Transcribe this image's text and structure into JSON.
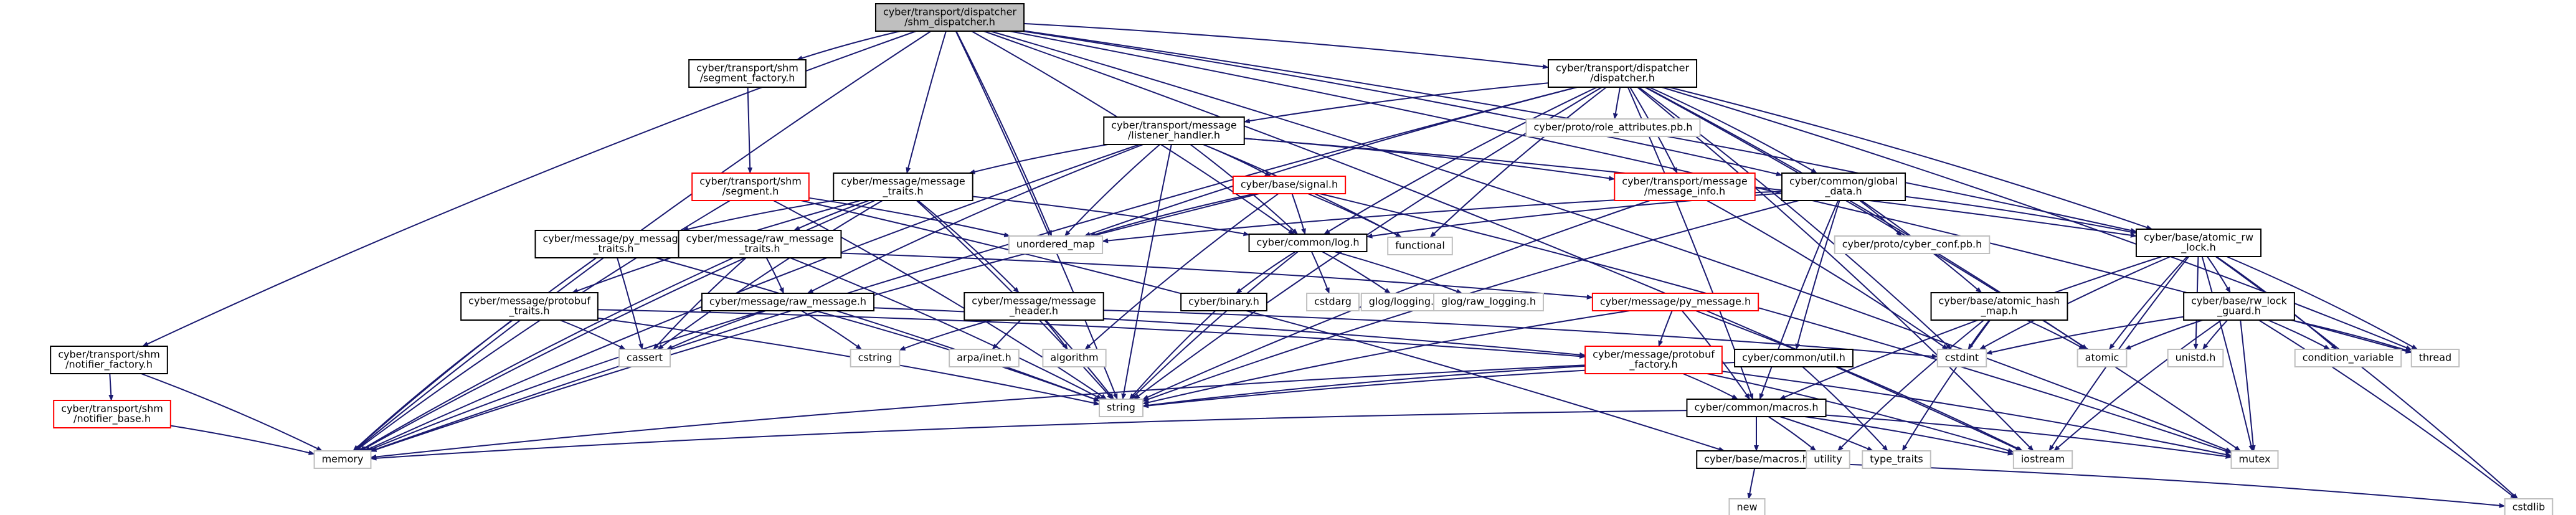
{
  "colors": {
    "edge": "#191970",
    "border_normal": "#000000",
    "border_red": "#ff0000",
    "border_gray": "#bfbfbf",
    "fill_root": "#bfbfbf",
    "fill_default": "#ffffff",
    "text_gray": "#a0a0a0"
  },
  "nodes": [
    {
      "id": "root",
      "lines": [
        "cyber/transport/dispatcher",
        "/shm_dispatcher.h"
      ],
      "style": "root"
    },
    {
      "id": "segfactory",
      "lines": [
        "cyber/transport/shm",
        "/segment_factory.h"
      ],
      "style": "normal"
    },
    {
      "id": "dispatcher",
      "lines": [
        "cyber/transport/dispatcher",
        "/dispatcher.h"
      ],
      "style": "normal"
    },
    {
      "id": "roleattr",
      "lines": [
        "cyber/proto/role_attributes.pb.h"
      ],
      "style": "gray"
    },
    {
      "id": "listener",
      "lines": [
        "cyber/transport/message",
        "/listener_handler.h"
      ],
      "style": "normal"
    },
    {
      "id": "segment",
      "lines": [
        "cyber/transport/shm",
        "/segment.h"
      ],
      "style": "red"
    },
    {
      "id": "msgtraits",
      "lines": [
        "cyber/message/message",
        "_traits.h"
      ],
      "style": "normal"
    },
    {
      "id": "signal",
      "lines": [
        "cyber/base/signal.h"
      ],
      "style": "red"
    },
    {
      "id": "functional",
      "lines": [
        "functional"
      ],
      "style": "gray"
    },
    {
      "id": "msginfo",
      "lines": [
        "cyber/transport/message",
        "/message_info.h"
      ],
      "style": "red"
    },
    {
      "id": "globaldata",
      "lines": [
        "cyber/common/global",
        "_data.h"
      ],
      "style": "normal"
    },
    {
      "id": "unordmap",
      "lines": [
        "unordered_map"
      ],
      "style": "gray"
    },
    {
      "id": "pytraits",
      "lines": [
        "cyber/message/py_message",
        "_traits.h"
      ],
      "style": "normal"
    },
    {
      "id": "rawtraits",
      "lines": [
        "cyber/message/raw_message",
        "_traits.h"
      ],
      "style": "normal"
    },
    {
      "id": "log",
      "lines": [
        "cyber/common/log.h"
      ],
      "style": "normal"
    },
    {
      "id": "cyberconf",
      "lines": [
        "cyber/proto/cyber_conf.pb.h"
      ],
      "style": "gray"
    },
    {
      "id": "atomicrw",
      "lines": [
        "cyber/base/atomic_rw",
        "_lock.h"
      ],
      "style": "normal"
    },
    {
      "id": "pbtraits",
      "lines": [
        "cyber/message/protobuf",
        "_traits.h"
      ],
      "style": "normal"
    },
    {
      "id": "rawmsg",
      "lines": [
        "cyber/message/raw_message.h"
      ],
      "style": "normal"
    },
    {
      "id": "msgheader",
      "lines": [
        "cyber/message/message",
        "_header.h"
      ],
      "style": "normal"
    },
    {
      "id": "binary",
      "lines": [
        "cyber/binary.h"
      ],
      "style": "normal"
    },
    {
      "id": "cstdarg",
      "lines": [
        "cstdarg"
      ],
      "style": "gray"
    },
    {
      "id": "glog",
      "lines": [
        "glog/logging.h"
      ],
      "style": "gray"
    },
    {
      "id": "glograw",
      "lines": [
        "glog/raw_logging.h"
      ],
      "style": "gray"
    },
    {
      "id": "pymsg",
      "lines": [
        "cyber/message/py_message.h"
      ],
      "style": "red"
    },
    {
      "id": "atomichash",
      "lines": [
        "cyber/base/atomic_hash",
        "_map.h"
      ],
      "style": "normal"
    },
    {
      "id": "rwlockguard",
      "lines": [
        "cyber/base/rw_lock",
        "_guard.h"
      ],
      "style": "normal"
    },
    {
      "id": "notifierfactory",
      "lines": [
        "cyber/transport/shm",
        "/notifier_factory.h"
      ],
      "style": "normal"
    },
    {
      "id": "notifierbase",
      "lines": [
        "cyber/transport/shm",
        "/notifier_base.h"
      ],
      "style": "red"
    },
    {
      "id": "cassert",
      "lines": [
        "cassert"
      ],
      "style": "gray"
    },
    {
      "id": "cstring",
      "lines": [
        "cstring"
      ],
      "style": "gray"
    },
    {
      "id": "arpa",
      "lines": [
        "arpa/inet.h"
      ],
      "style": "gray"
    },
    {
      "id": "algorithm",
      "lines": [
        "algorithm"
      ],
      "style": "gray"
    },
    {
      "id": "cstdint",
      "lines": [
        "cstdint"
      ],
      "style": "gray"
    },
    {
      "id": "atomic",
      "lines": [
        "atomic"
      ],
      "style": "gray"
    },
    {
      "id": "unistd",
      "lines": [
        "unistd.h"
      ],
      "style": "gray"
    },
    {
      "id": "condvar",
      "lines": [
        "condition_variable"
      ],
      "style": "gray"
    },
    {
      "id": "thread",
      "lines": [
        "thread"
      ],
      "style": "gray"
    },
    {
      "id": "pbfactory",
      "lines": [
        "cyber/message/protobuf",
        "_factory.h"
      ],
      "style": "red"
    },
    {
      "id": "util",
      "lines": [
        "cyber/common/util.h"
      ],
      "style": "normal"
    },
    {
      "id": "string",
      "lines": [
        "string"
      ],
      "style": "gray"
    },
    {
      "id": "macros",
      "lines": [
        "cyber/common/macros.h"
      ],
      "style": "normal"
    },
    {
      "id": "memory",
      "lines": [
        "memory"
      ],
      "style": "gray"
    },
    {
      "id": "basemacros",
      "lines": [
        "cyber/base/macros.h"
      ],
      "style": "normal"
    },
    {
      "id": "utility",
      "lines": [
        "utility"
      ],
      "style": "gray"
    },
    {
      "id": "typetraits",
      "lines": [
        "type_traits"
      ],
      "style": "gray"
    },
    {
      "id": "iostream",
      "lines": [
        "iostream"
      ],
      "style": "gray"
    },
    {
      "id": "mutex",
      "lines": [
        "mutex"
      ],
      "style": "gray"
    },
    {
      "id": "new",
      "lines": [
        "new"
      ],
      "style": "gray"
    },
    {
      "id": "cstdlib",
      "lines": [
        "cstdlib"
      ],
      "style": "gray"
    }
  ],
  "edges": [
    [
      "root",
      "segfactory"
    ],
    [
      "root",
      "dispatcher"
    ],
    [
      "root",
      "msgtraits"
    ],
    [
      "root",
      "unordmap"
    ],
    [
      "root",
      "log"
    ],
    [
      "root",
      "globaldata"
    ],
    [
      "root",
      "atomicrw"
    ],
    [
      "root",
      "notifierfactory"
    ],
    [
      "root",
      "memory"
    ],
    [
      "root",
      "string"
    ],
    [
      "root",
      "thread"
    ],
    [
      "root",
      "mutex"
    ],
    [
      "root",
      "iostream"
    ],
    [
      "segfactory",
      "segment"
    ],
    [
      "dispatcher",
      "roleattr"
    ],
    [
      "dispatcher",
      "listener"
    ],
    [
      "dispatcher",
      "msginfo"
    ],
    [
      "dispatcher",
      "globaldata"
    ],
    [
      "dispatcher",
      "functional"
    ],
    [
      "dispatcher",
      "unordmap"
    ],
    [
      "dispatcher",
      "log"
    ],
    [
      "dispatcher",
      "atomicrw"
    ],
    [
      "dispatcher",
      "memory"
    ],
    [
      "dispatcher",
      "string"
    ],
    [
      "dispatcher",
      "iostream"
    ],
    [
      "dispatcher",
      "mutex"
    ],
    [
      "dispatcher",
      "macros"
    ],
    [
      "dispatcher",
      "atomic"
    ],
    [
      "dispatcher",
      "cstdint"
    ],
    [
      "dispatcher",
      "thread"
    ],
    [
      "listener",
      "msgtraits"
    ],
    [
      "listener",
      "signal"
    ],
    [
      "listener",
      "functional"
    ],
    [
      "listener",
      "unordmap"
    ],
    [
      "listener",
      "log"
    ],
    [
      "listener",
      "msginfo"
    ],
    [
      "listener",
      "rawmsg"
    ],
    [
      "listener",
      "string"
    ],
    [
      "listener",
      "memory"
    ],
    [
      "listener",
      "atomicrw"
    ],
    [
      "segment",
      "memory"
    ],
    [
      "segment",
      "string"
    ],
    [
      "segment",
      "unordmap"
    ],
    [
      "segment",
      "basemacros"
    ],
    [
      "msgtraits",
      "log"
    ],
    [
      "msgtraits",
      "pytraits"
    ],
    [
      "msgtraits",
      "rawtraits"
    ],
    [
      "msgtraits",
      "msgheader"
    ],
    [
      "msgtraits",
      "pbtraits"
    ],
    [
      "msgtraits",
      "string"
    ],
    [
      "msgtraits",
      "memory"
    ],
    [
      "msgtraits",
      "cassert"
    ],
    [
      "signal",
      "functional"
    ],
    [
      "signal",
      "log"
    ],
    [
      "signal",
      "algorithm"
    ],
    [
      "signal",
      "mutex"
    ],
    [
      "signal",
      "memory"
    ],
    [
      "signal",
      "unordmap"
    ],
    [
      "msginfo",
      "string"
    ],
    [
      "msginfo",
      "cstdint"
    ],
    [
      "globaldata",
      "log"
    ],
    [
      "globaldata",
      "macros"
    ],
    [
      "globaldata",
      "util"
    ],
    [
      "globaldata",
      "cyberconf"
    ],
    [
      "globaldata",
      "atomichash"
    ],
    [
      "globaldata",
      "atomicrw"
    ],
    [
      "globaldata",
      "unordmap"
    ],
    [
      "globaldata",
      "string"
    ],
    [
      "pytraits",
      "pymsg"
    ],
    [
      "pytraits",
      "memory"
    ],
    [
      "pytraits",
      "cassert"
    ],
    [
      "pytraits",
      "string"
    ],
    [
      "rawtraits",
      "rawmsg"
    ],
    [
      "rawtraits",
      "cassert"
    ],
    [
      "rawtraits",
      "memory"
    ],
    [
      "rawtraits",
      "string"
    ],
    [
      "log",
      "binary"
    ],
    [
      "log",
      "cstdarg"
    ],
    [
      "log",
      "glog"
    ],
    [
      "log",
      "glograw"
    ],
    [
      "log",
      "string"
    ],
    [
      "atomicrw",
      "rwlockguard"
    ],
    [
      "atomicrw",
      "atomic"
    ],
    [
      "atomicrw",
      "condvar"
    ],
    [
      "atomicrw",
      "thread"
    ],
    [
      "atomicrw",
      "unistd"
    ],
    [
      "atomicrw",
      "cstdint"
    ],
    [
      "atomicrw",
      "iostream"
    ],
    [
      "atomicrw",
      "mutex"
    ],
    [
      "atomicrw",
      "cstdlib"
    ],
    [
      "atomicrw",
      "macros"
    ],
    [
      "pbtraits",
      "pbfactory"
    ],
    [
      "pbtraits",
      "cassert"
    ],
    [
      "pbtraits",
      "string"
    ],
    [
      "pbtraits",
      "memory"
    ],
    [
      "rawmsg",
      "pbfactory"
    ],
    [
      "rawmsg",
      "cassert"
    ],
    [
      "rawmsg",
      "cstring"
    ],
    [
      "rawmsg",
      "memory"
    ],
    [
      "rawmsg",
      "string"
    ],
    [
      "msgheader",
      "arpa"
    ],
    [
      "msgheader",
      "algorithm"
    ],
    [
      "msgheader",
      "cstdint"
    ],
    [
      "msgheader",
      "cstring"
    ],
    [
      "msgheader",
      "string"
    ],
    [
      "binary",
      "string"
    ],
    [
      "pymsg",
      "pbfactory"
    ],
    [
      "pymsg",
      "iostream"
    ],
    [
      "pymsg",
      "string"
    ],
    [
      "pymsg",
      "macros"
    ],
    [
      "atomichash",
      "atomic"
    ],
    [
      "atomichash",
      "cstdint"
    ],
    [
      "atomichash",
      "typetraits"
    ],
    [
      "atomichash",
      "utility"
    ],
    [
      "rwlockguard",
      "unistd"
    ],
    [
      "rwlockguard",
      "atomic"
    ],
    [
      "rwlockguard",
      "condvar"
    ],
    [
      "rwlockguard",
      "cstdint"
    ],
    [
      "rwlockguard",
      "cstdlib"
    ],
    [
      "rwlockguard",
      "iostream"
    ],
    [
      "rwlockguard",
      "mutex"
    ],
    [
      "rwlockguard",
      "thread"
    ],
    [
      "notifierfactory",
      "notifierbase"
    ],
    [
      "notifierfactory",
      "memory"
    ],
    [
      "notifierbase",
      "memory"
    ],
    [
      "pbfactory",
      "macros"
    ],
    [
      "pbfactory",
      "memory"
    ],
    [
      "pbfactory",
      "iostream"
    ],
    [
      "pbfactory",
      "mutex"
    ],
    [
      "pbfactory",
      "string"
    ],
    [
      "util",
      "string"
    ],
    [
      "util",
      "typetraits"
    ],
    [
      "macros",
      "basemacros"
    ],
    [
      "macros",
      "memory"
    ],
    [
      "macros",
      "utility"
    ],
    [
      "macros",
      "typetraits"
    ],
    [
      "macros",
      "iostream"
    ],
    [
      "macros",
      "mutex"
    ],
    [
      "basemacros",
      "new"
    ],
    [
      "basemacros",
      "cstdlib"
    ]
  ]
}
